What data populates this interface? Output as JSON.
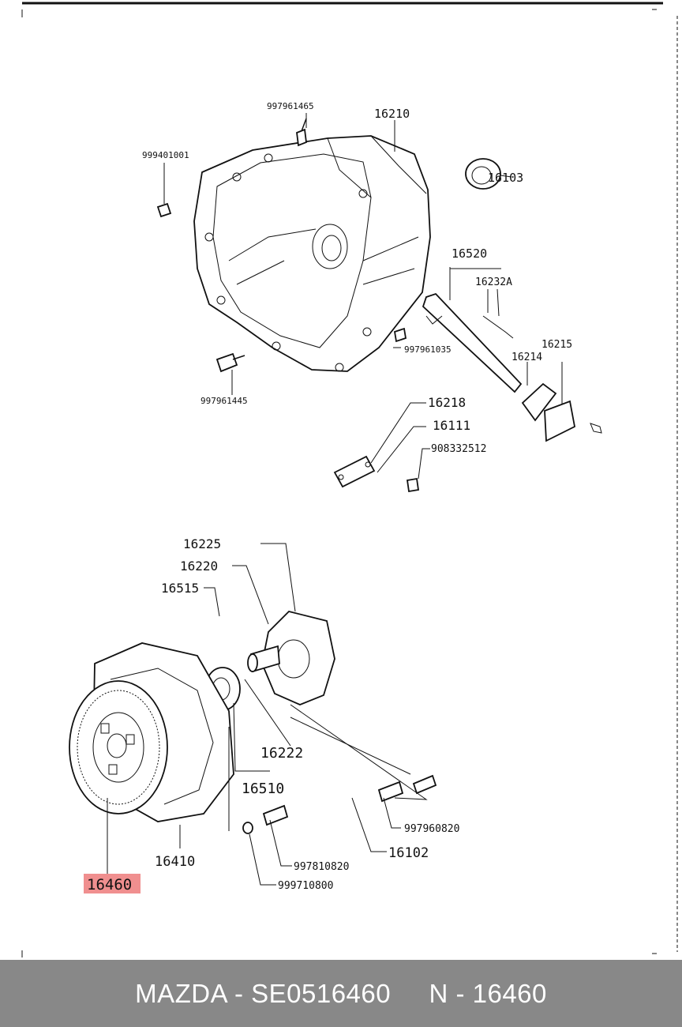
{
  "diagram": {
    "labels": {
      "p997961465": "997961465",
      "p16210": "16210",
      "p999401001": "999401001",
      "p16103": "16103",
      "p16520": "16520",
      "p16232A": "16232A",
      "p997961035": "997961035",
      "p16215": "16215",
      "p16214": "16214",
      "p997961445": "997961445",
      "p16218": "16218",
      "p16111": "16111",
      "p908332512": "908332512",
      "p16225": "16225",
      "p16220": "16220",
      "p16515": "16515",
      "p16222": "16222",
      "p16510": "16510",
      "p997960820": "997960820",
      "p16102": "16102",
      "p16410": "16410",
      "p997810820": "997810820",
      "p999710800": "999710800",
      "p16460": "16460"
    },
    "highlight_color": "#f08f8f"
  },
  "footer": {
    "text": "MAZDA - SE0516460     N - 16460",
    "background": "#888888",
    "color": "#ffffff"
  }
}
